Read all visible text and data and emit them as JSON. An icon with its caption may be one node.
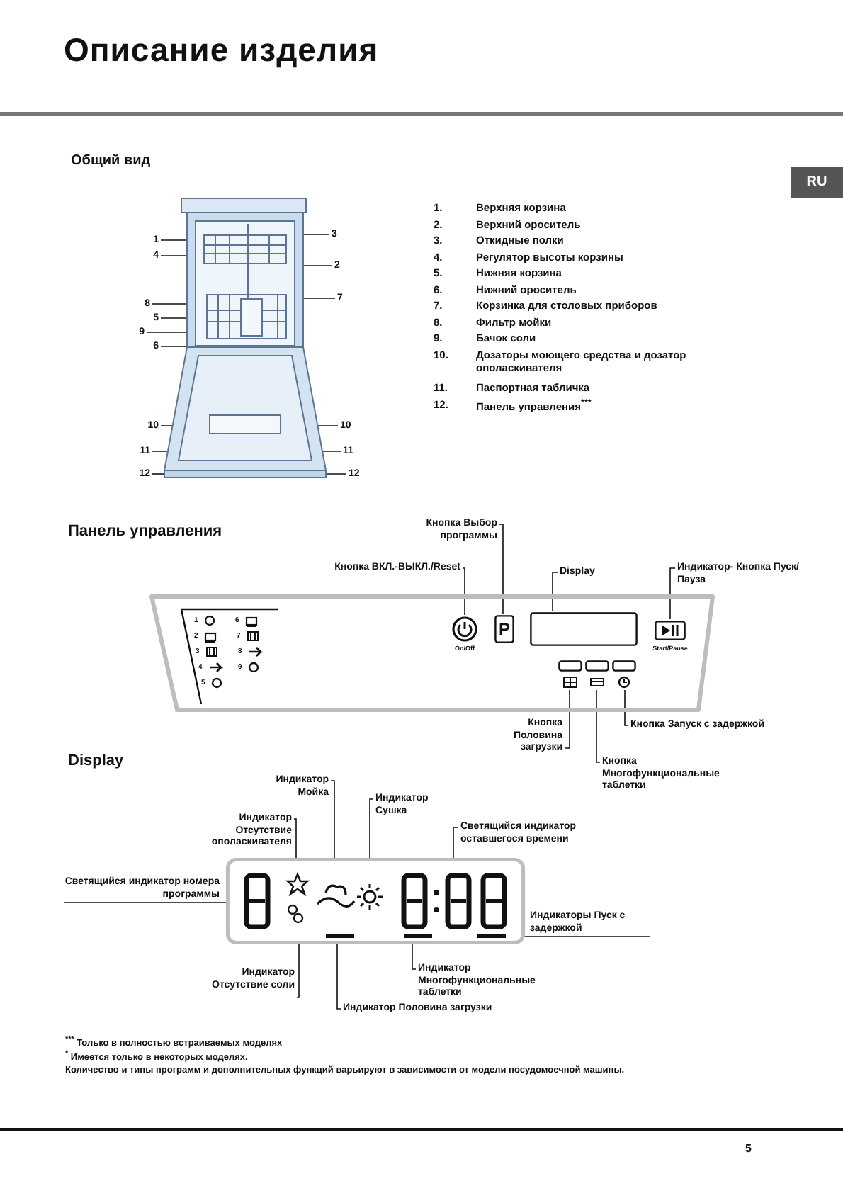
{
  "diagram": {
    "title": "Описание изделия",
    "nodes": [
      {
        "text": [
          "1"
        ]
      },
      {
        "text": [
          "3"
        ]
      },
      {
        "text": [
          "4"
        ]
      },
      {
        "text": [
          "2"
        ]
      },
      {
        "text": [
          "7"
        ]
      },
      {
        "text": [
          "8"
        ]
      },
      {
        "text": [
          "5"
        ]
      },
      {
        "text": [
          "9"
        ]
      },
      {
        "text": [
          "6"
        ]
      },
      {
        "text": [
          "10"
        ]
      },
      {
        "text": [
          "10"
        ]
      },
      {
        "text": [
          "11"
        ]
      },
      {
        "text": [
          "11"
        ]
      },
      {
        "text": [
          "12"
        ]
      },
      {
        "text": [
          "12"
        ]
      },
      {
        "text": [
          "Кнопка Выбор программы"
        ]
      },
      {
        "text": [
          "Кнопка ВКЛ.-ВЫКЛ./Reset"
        ]
      },
      {
        "text": [
          "Display"
        ]
      },
      {
        "text": [
          "Индикатор- Кнопка Пуск/Пауза"
        ]
      },
      {
        "text": [],
        "shape": "box"
      },
      {
        "text": [],
        "shape": "circle",
        "in": 19,
        "beside": [
          "On/Off"
        ]
      },
      {
        "text": [
          "P"
        ],
        "in": 19
      },
      {
        "text": [],
        "shape": "box",
        "in": 19
      },
      {
        "text": [],
        "shape": "box",
        "in": 19,
        "beside": [
          "Start/Pause"
        ]
      },
      {
        "text": [],
        "shape": "box",
        "in": 19
      },
      {
        "text": [],
        "shape": "box",
        "in": 19
      },
      {
        "text": [],
        "shape": "box",
        "in": 19
      },
      {
        "text": [
          "Кнопка Половина загрузки"
        ]
      },
      {
        "text": [
          "Кнопка Запуск с задержкой"
        ]
      },
      {
        "text": [
          "Кнопка Многофункциональные таблетки"
        ]
      },
      {
        "text": [
          "Индикатор Мойка"
        ]
      },
      {
        "text": [
          "Индикатор Сушка"
        ]
      },
      {
        "text": [
          "Индикатор Отсутствие ополаскивателя"
        ]
      },
      {
        "text": [
          "Светящийся индикатор оставшегося времени"
        ]
      },
      {
        "text": [
          "Светящийся индикатор номера программы"
        ]
      },
      {
        "text": [],
        "shape": "box"
      },
      {
        "text": [
          "Индикаторы Пуск с задержкой"
        ]
      },
      {
        "text": [
          "Индикатор Отсутствие соли"
        ]
      },
      {
        "text": [
          "Индикатор Многофункциональные таблетки"
        ]
      },
      {
        "text": [
          "Индикатор Половина загрузки"
        ]
      },
      {
        "text": [],
        "shape": "picture"
      },
      {
        "text": [],
        "shape": "digit",
        "in": 35
      },
      {
        "text": [],
        "shape": "star",
        "in": 35
      },
      {
        "text": [],
        "shape": "icon",
        "in": 35
      },
      {
        "text": [],
        "shape": "icon",
        "in": 35
      },
      {
        "text": [],
        "shape": "sun",
        "in": 35
      },
      {
        "text": [],
        "shape": "digit",
        "in": 35
      },
      {
        "text": [],
        "shape": "bar",
        "in": 35
      },
      {
        "text": [],
        "shape": "bar",
        "in": 35
      },
      {
        "text": [],
        "shape": "bar",
        "in": 35
      }
    ],
    "edges": [
      {
        "from": 0,
        "to": 40,
        "arrow": "none"
      },
      {
        "from": 1,
        "to": 40,
        "arrow": "none"
      },
      {
        "from": 2,
        "to": 40,
        "arrow": "none"
      },
      {
        "from": 3,
        "to": 40,
        "arrow": "none"
      },
      {
        "from": 4,
        "to": 40,
        "arrow": "none"
      },
      {
        "from": 5,
        "to": 40,
        "arrow": "none"
      },
      {
        "from": 6,
        "to": 40,
        "arrow": "none"
      },
      {
        "from": 7,
        "to": 40,
        "arrow": "none"
      },
      {
        "from": 8,
        "to": 40,
        "arrow": "none"
      },
      {
        "from": 9,
        "to": 40,
        "arrow": "none"
      },
      {
        "from": 10,
        "to": 40,
        "arrow": "none"
      },
      {
        "from": 11,
        "to": 40,
        "arrow": "none"
      },
      {
        "from": 12,
        "to": 40,
        "arrow": "none"
      },
      {
        "from": 13,
        "to": 40,
        "arrow": "none"
      },
      {
        "from": 14,
        "to": 40,
        "arrow": "none"
      },
      {
        "from": 15,
        "to": 21,
        "arrow": "none"
      },
      {
        "from": 16,
        "to": 20,
        "arrow": "none"
      },
      {
        "from": 17,
        "to": 22,
        "arrow": "none"
      },
      {
        "from": 18,
        "to": 23,
        "arrow": "none"
      },
      {
        "from": 27,
        "to": 24,
        "arrow": "none"
      },
      {
        "from": 28,
        "to": 26,
        "arrow": "none"
      },
      {
        "from": 29,
        "to": 25,
        "arrow": "none"
      },
      {
        "from": 30,
        "to": 44,
        "arrow": "none"
      },
      {
        "from": 31,
        "to": 45,
        "arrow": "none"
      },
      {
        "from": 32,
        "to": 42,
        "arrow": "none"
      },
      {
        "from": 33,
        "to": 46,
        "arrow": "none"
      },
      {
        "from": 34,
        "to": 41,
        "arrow": "none"
      },
      {
        "from": 36,
        "to": 49,
        "arrow": "none"
      },
      {
        "from": 37,
        "to": 43,
        "arrow": "none"
      },
      {
        "from": 38,
        "to": 48,
        "arrow": "none"
      },
      {
        "from": 39,
        "to": 47,
        "arrow": "none"
      }
    ],
    "labels": [
      "Общий вид",
      "RU",
      "1.",
      "Верхняя корзина",
      "2.",
      "Верхний ороситель",
      "3.",
      "Откидные полки",
      "4.",
      "Регулятор высоты корзины",
      "5.",
      "Нижняя корзина",
      "6.",
      "Нижний ороситель",
      "7.",
      "Корзинка для столовых приборов",
      "8.",
      "Фильтр мойки",
      "9.",
      "Бачок соли",
      "10.",
      "Дозаторы моющего средства и дозатор ополаскивателя",
      "11.",
      "Паспортная табличка",
      "12.",
      "Панель управления$^{***}$",
      "Панель управления",
      "1",
      "2",
      "3",
      "4",
      "5",
      "6",
      "7",
      "8",
      "9",
      "Display",
      "$^{***}$ Только в полностью встраиваемых моделях",
      "$^{*}$ Имеется только в некоторых моделях.",
      "Количество и типы программ и дополнительных функций варьируют в зависимости от модели посудомоечной машины.",
      "5"
    ]
  }
}
